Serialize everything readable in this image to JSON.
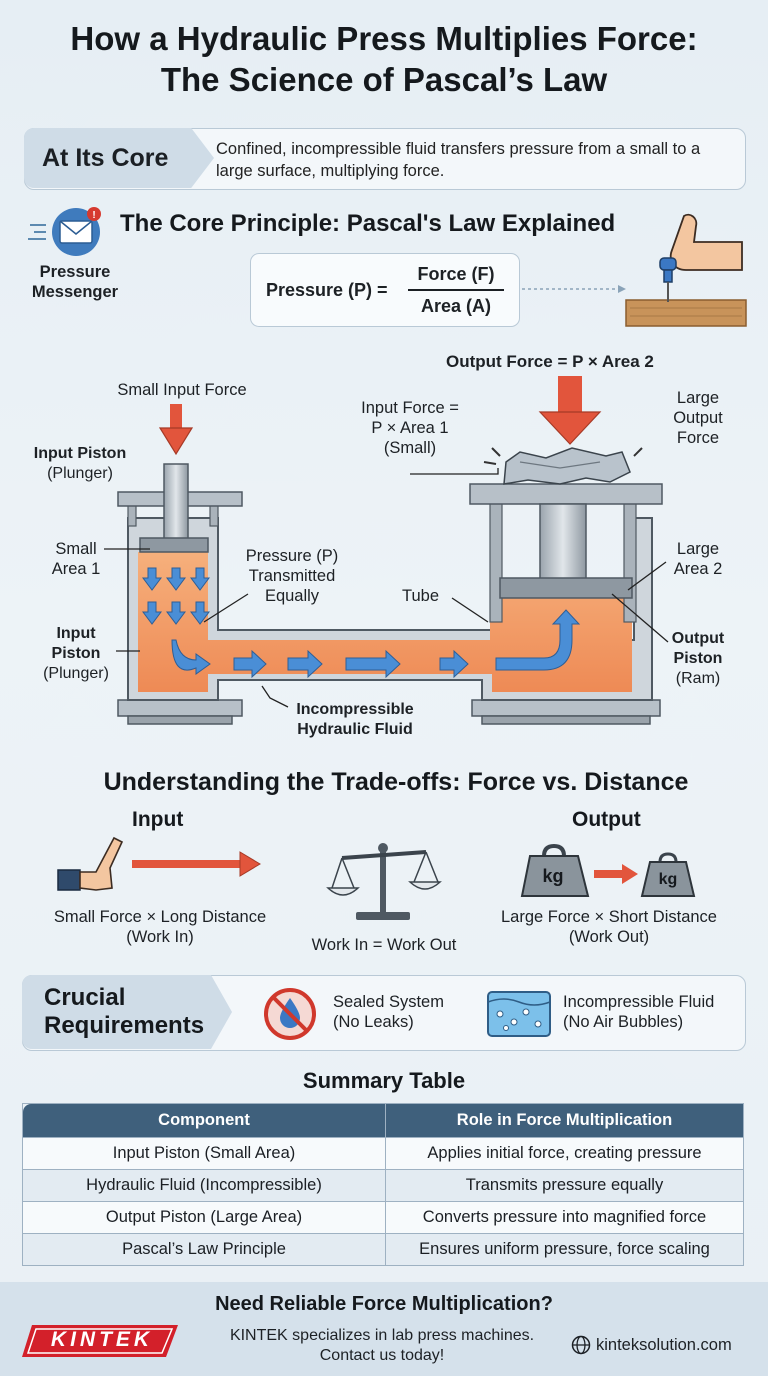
{
  "title": {
    "line1": "How a Hydraulic Press Multiplies Force:",
    "line2": "The Science of Pascal’s Law"
  },
  "core": {
    "label": "At Its Core",
    "text": "Confined, incompressible fluid transfers pressure from a small to a large surface, multiplying force."
  },
  "principle": {
    "heading": "The Core Principle: Pascal's Law Explained",
    "messenger_line1": "Pressure",
    "messenger_line2": "Messenger",
    "formula_lhs": "Pressure (P) =",
    "numerator": "Force (F)",
    "denominator": "Area (A)"
  },
  "diagram": {
    "small_input_force": "Small Input Force",
    "input_piston_a1": "Input Piston",
    "input_piston_a2": "(Plunger)",
    "small_area_1": "Small",
    "small_area_2": "Area 1",
    "input_piston_b1": "Input",
    "input_piston_b2": "Piston",
    "input_piston_b3": "(Plunger)",
    "pressure_tx_1": "Pressure (P)",
    "pressure_tx_2": "Transmitted",
    "pressure_tx_3": "Equally",
    "tube": "Tube",
    "fluid_1": "Incompressible",
    "fluid_2": "Hydraulic Fluid",
    "output_force_eq": "Output Force = P × Area 2",
    "input_force_1": "Input Force =",
    "input_force_2": "P × Area 1",
    "input_force_3": "(Small)",
    "large_output_1": "Large",
    "large_output_2": "Output",
    "large_output_3": "Force",
    "large_area_1": "Large",
    "large_area_2": "Area 2",
    "output_piston_1": "Output",
    "output_piston_2": "Piston",
    "output_piston_3": "(Ram)"
  },
  "tradeoffs": {
    "heading": "Understanding the Trade-offs: Force vs. Distance",
    "input_label": "Input",
    "output_label": "Output",
    "input_desc_1": "Small Force × Long Distance",
    "input_desc_2": "(Work In)",
    "balance": "Work In = Work Out",
    "output_desc_1": "Large Force × Short Distance",
    "output_desc_2": "(Work Out)",
    "kg": "kg"
  },
  "requirements": {
    "label_1": "Crucial",
    "label_2": "Requirements",
    "sealed_1": "Sealed System",
    "sealed_2": "(No Leaks)",
    "fluid_1": "Incompressible Fluid",
    "fluid_2": "(No Air Bubbles)"
  },
  "summary": {
    "heading": "Summary Table",
    "headers": [
      "Component",
      "Role in Force Multiplication"
    ],
    "rows": [
      [
        "Input Piston (Small Area)",
        "Applies initial force, creating pressure"
      ],
      [
        "Hydraulic Fluid (Incompressible)",
        "Transmits pressure equally"
      ],
      [
        "Output Piston (Large Area)",
        "Converts pressure into magnified force"
      ],
      [
        "Pascal’s Law Principle",
        "Ensures uniform pressure, force scaling"
      ]
    ]
  },
  "footer": {
    "heading": "Need Reliable Force Multiplication?",
    "line1": "KINTEK specializes in lab press machines.",
    "line2": "Contact us today!",
    "brand": "KINTEK",
    "website": "kinteksolution.com"
  },
  "colors": {
    "navy": "#3f607c",
    "fluid": "#f3a06b",
    "arrow_red": "#e2553c",
    "arrow_blue": "#4a8ed6",
    "brand_red": "#d3202a"
  }
}
